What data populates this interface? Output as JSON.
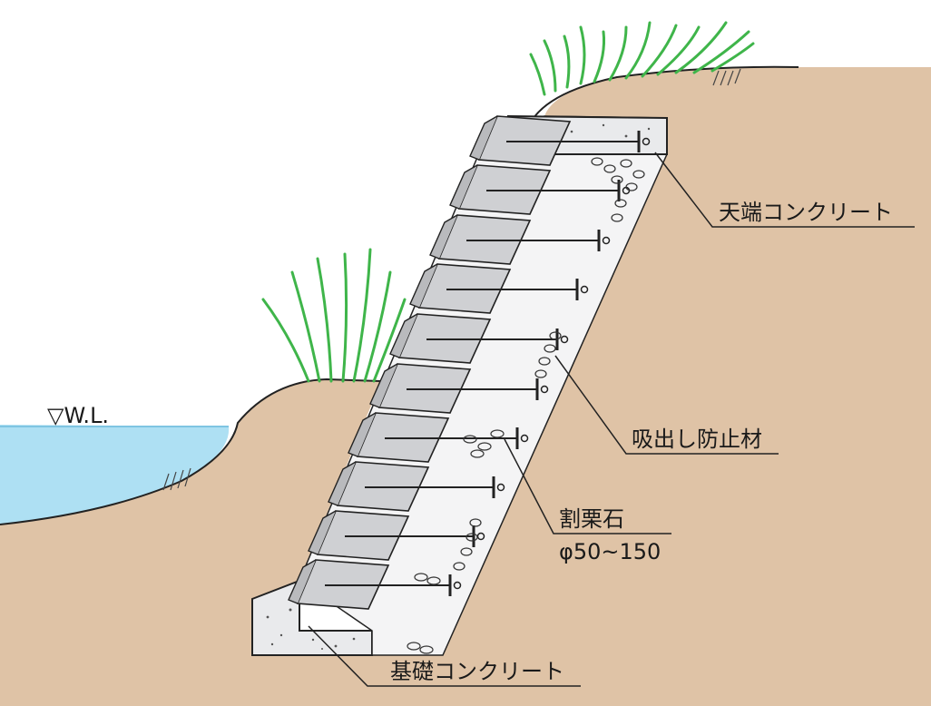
{
  "diagram": {
    "water_level_mark": "▽W.L.",
    "labels": {
      "top_concrete": "天端コンクリート",
      "suction_prevention": "吸出し防止材",
      "crushed_stone": "割栗石",
      "crushed_stone_size": "φ50~150",
      "foundation_concrete": "基礎コンクリート"
    },
    "colors": {
      "soil": "#dfc3a6",
      "water": "#aee0f3",
      "grass": "#3fb54a",
      "concrete": "#e9eaec",
      "block": "#cfd0d3",
      "backfill": "#f4f4f5",
      "line": "#222222"
    }
  }
}
